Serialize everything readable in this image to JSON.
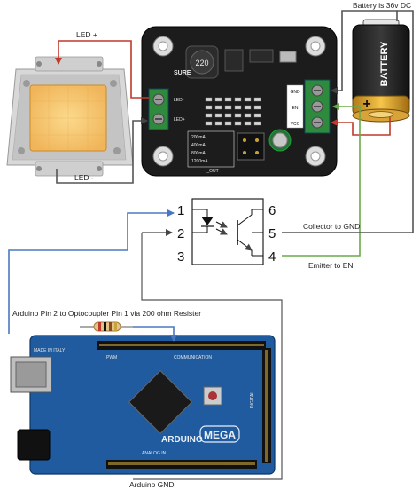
{
  "labels": {
    "battery": "Battery is 36v DC",
    "led_plus": "LED +",
    "led_minus": "LED -",
    "collector": "Collector to GND",
    "emitter": "Emitter to EN",
    "arduino_pin": "Arduino Pin 2  to Optocoupler Pin 1 via 200 ohm Resister",
    "arduino_gnd": "Arduino GND"
  },
  "opto_pins": [
    "1",
    "2",
    "3",
    "4",
    "5",
    "6"
  ],
  "driver_board": {
    "brand": "SURE",
    "inductor": "220",
    "terminals_left": [
      "LED-",
      "LED+"
    ],
    "terminals_right": [
      "GND",
      "EN",
      "VCC"
    ],
    "current_options": [
      "200mA",
      "400mA",
      "800mA",
      "1200mA"
    ],
    "out_label": "I_OUT"
  },
  "battery_text": "BATTERY",
  "battery_plus": "+",
  "arduino": {
    "logo": "ARDUINO",
    "model": "MEGA",
    "made_in": "MADE IN ITALY",
    "comm_label": "COMMUNICATION",
    "pwm_label": "PWM",
    "analog_label": "ANALOG IN",
    "digital_label": "DIGITAL"
  },
  "colors": {
    "red_wire": "#c0392b",
    "green_wire": "#6aaa4a",
    "blue_wire": "#4a78c0",
    "black_wire": "#555555",
    "board": "#1c1c1c",
    "arduino": "#1f5b9e",
    "led_core": "#f6c76a"
  }
}
